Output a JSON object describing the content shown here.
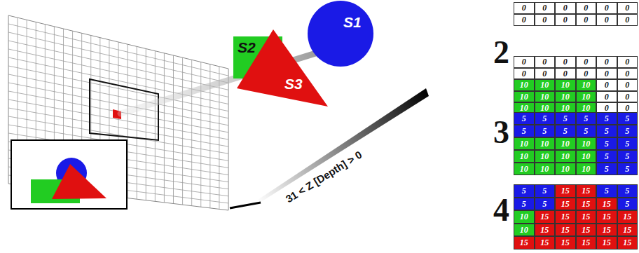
{
  "diagram": {
    "nodes": [
      {
        "text": [
          "S1"
        ]
      },
      {
        "text": [
          "S2"
        ]
      },
      {
        "text": [
          "S3"
        ]
      }
    ],
    "labels": [
      "31 < Z [Depth] > 0",
      "2",
      "3",
      "4",
      "0",
      "0",
      "0",
      "0",
      "0",
      "0",
      "0",
      "0",
      "0",
      "0",
      "0",
      "0",
      "0",
      "0",
      "0",
      "0",
      "0",
      "0",
      "0",
      "0",
      "0",
      "0",
      "0",
      "0",
      "10",
      "10",
      "10",
      "10",
      "0",
      "0",
      "10",
      "10",
      "10",
      "10",
      "0",
      "0",
      "10",
      "10",
      "10",
      "10",
      "0",
      "0",
      "5",
      "5",
      "5",
      "5",
      "5",
      "5",
      "5",
      "5",
      "5",
      "5",
      "5",
      "5",
      "10",
      "10",
      "10",
      "10",
      "5",
      "5",
      "10",
      "10",
      "10",
      "10",
      "5",
      "5",
      "10",
      "10",
      "10",
      "10",
      "5",
      "5",
      "5",
      "5",
      "15",
      "15",
      "5",
      "5",
      "5",
      "5",
      "15",
      "15",
      "15",
      "5",
      "10",
      "15",
      "15",
      "15",
      "15",
      "15",
      "10",
      "15",
      "15",
      "15",
      "15",
      "15",
      "15",
      "15",
      "15",
      "15",
      "15",
      "15"
    ]
  }
}
